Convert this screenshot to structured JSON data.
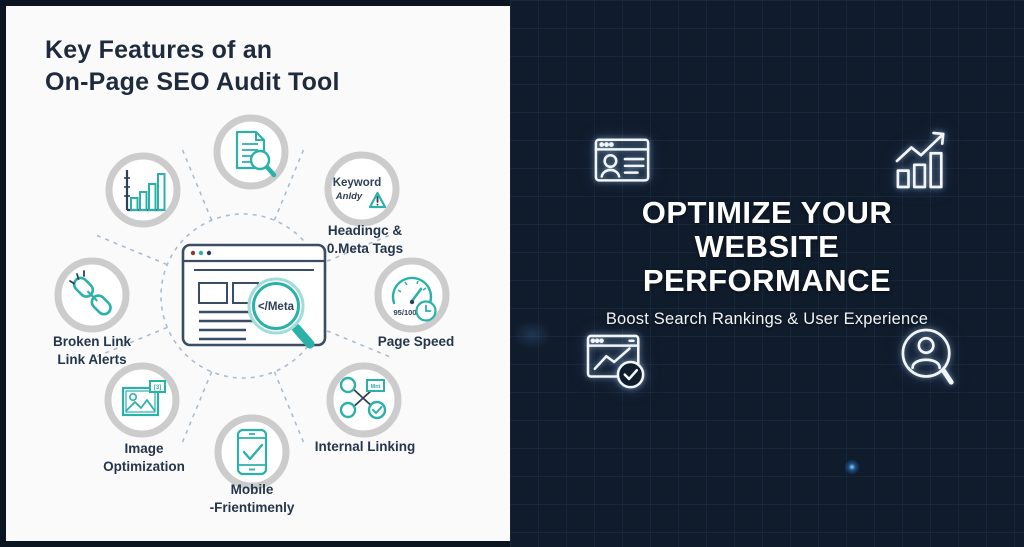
{
  "left": {
    "title1": "Key Features of an",
    "title2": "On-Page SEO Audit Tool",
    "magnifier_text": "</Meta",
    "keyword_circle_line1": "Keyword",
    "keyword_circle_line2": "Anldy",
    "speed_score": "95/100",
    "link_tag": "Mnt",
    "image_tag": "[3]",
    "labels": {
      "headings1": "Headingc &",
      "headings2": "0.Meta Tags",
      "page_speed": "Page Speed",
      "internal_linking": "Internal Linking",
      "mobile1": "Mobile",
      "mobile2": "-Frientimenly",
      "image1": "Image",
      "image2": "Optimization",
      "broken1": "Broken Link",
      "broken2": "Link Alerts"
    }
  },
  "right": {
    "title1": "OPTIMIZE YOUR",
    "title2": "WEBSITE",
    "title3": "PERFORMANCE",
    "subtitle": "Boost Search Rankings & User Experience"
  },
  "colors": {
    "teal_accent": "#2cb1a9",
    "navy_text": "#1d2b3c",
    "left_panel_bg": "#fafafb",
    "right_panel_bg": "#101b2b",
    "ring_gray": "#cccccc",
    "dashed_line": "#a9bdd0"
  }
}
